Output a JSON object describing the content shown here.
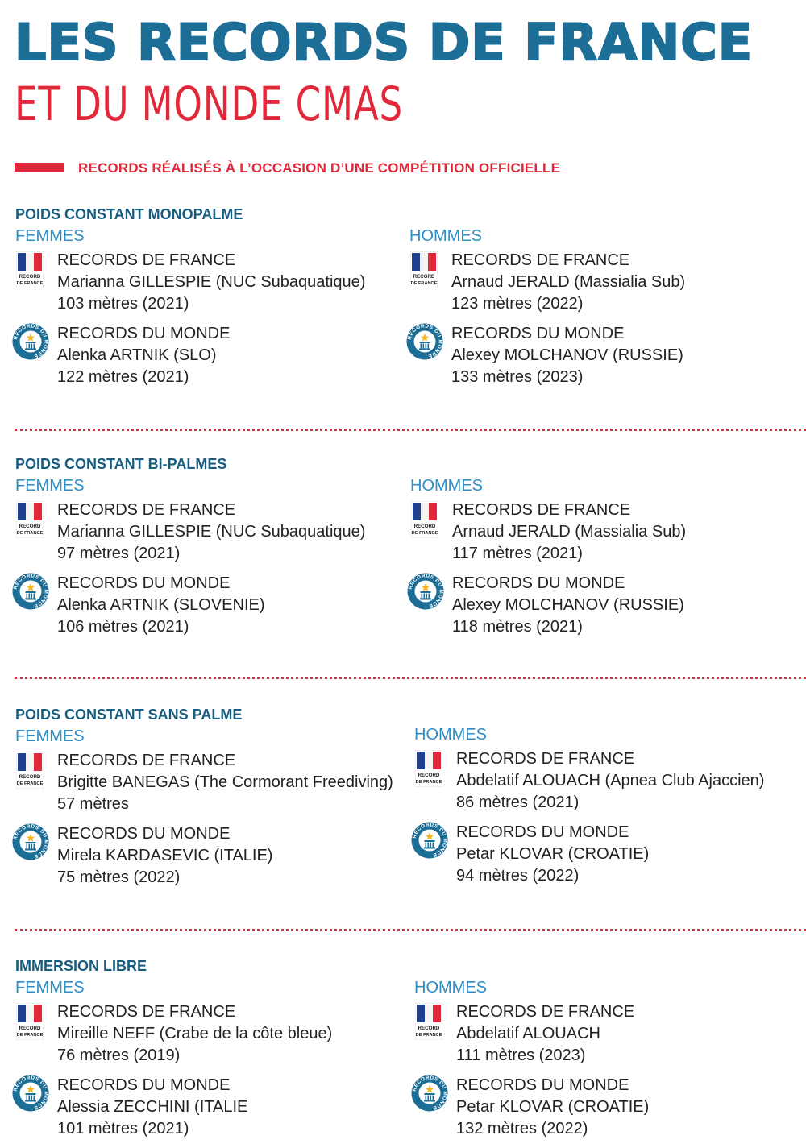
{
  "title_line1": "LES RECORDS DE FRANCE",
  "title_line2": "ET DU MONDE CMAS",
  "subtitle": "RECORDS RÉALISÉS À L’OCCASION D’UNE COMPÉTITION OFFICIELLE",
  "colors": {
    "red": "#e0283a",
    "dark_blue": "#175d80",
    "light_blue": "#2e8ec6"
  },
  "icons": {
    "france": "record-de-france-flag-icon",
    "world": "records-du-monde-badge-icon"
  },
  "badge_text": {
    "flag_line1": "RECORD",
    "flag_line2": "DE FRANCE",
    "world_ring": "RECORDS DU MONDE"
  },
  "sections": [
    {
      "title": "POIDS CONSTANT MONOPALME",
      "columns": [
        {
          "gender": "FEMMES",
          "records": [
            {
              "type": "RECORDS DE FRANCE",
              "athlete": "Marianna GILLESPIE (NUC Subaquatique)",
              "result": "103 mètres (2021)"
            },
            {
              "type": "RECORDS DU MONDE",
              "athlete": "Alenka ARTNIK (SLO)",
              "result": "122 mètres (2021)"
            }
          ]
        },
        {
          "gender": "HOMMES",
          "records": [
            {
              "type": "RECORDS DE FRANCE",
              "athlete": "Arnaud JERALD (Massialia Sub)",
              "result": "123 mètres (2022)"
            },
            {
              "type": "RECORDS DU MONDE",
              "athlete": "Alexey MOLCHANOV (RUSSIE)",
              "result": "133 mètres (2023)"
            }
          ]
        }
      ]
    },
    {
      "title": "POIDS CONSTANT BI-PALMES",
      "columns": [
        {
          "gender": "FEMMES",
          "records": [
            {
              "type": "RECORDS DE FRANCE",
              "athlete": "Marianna GILLESPIE (NUC Subaquatique)",
              "result": "97 mètres (2021)"
            },
            {
              "type": "RECORDS DU MONDE",
              "athlete": "Alenka ARTNIK (SLOVENIE)",
              "result": "106 mètres (2021)"
            }
          ]
        },
        {
          "gender": "HOMMES",
          "records": [
            {
              "type": "RECORDS DE FRANCE",
              "athlete": "Arnaud JERALD (Massialia Sub)",
              "result": "117 mètres (2021)"
            },
            {
              "type": "RECORDS DU MONDE",
              "athlete": "Alexey MOLCHANOV (RUSSIE)",
              "result": "118 mètres (2021)"
            }
          ]
        }
      ]
    },
    {
      "title": "POIDS CONSTANT SANS PALME",
      "columns": [
        {
          "gender": "FEMMES",
          "records": [
            {
              "type": "RECORDS DE FRANCE",
              "athlete": "Brigitte BANEGAS (The Cormorant Freediving)",
              "result": "57 mètres"
            },
            {
              "type": "RECORDS DU MONDE",
              "athlete": "Mirela KARDASEVIC (ITALIE)",
              "result": "75 mètres (2022)"
            }
          ]
        },
        {
          "gender": "HOMMES",
          "records": [
            {
              "type": "RECORDS DE FRANCE",
              "athlete": "Abdelatif ALOUACH (Apnea Club Ajaccien)",
              "result": "86 mètres (2021)"
            },
            {
              "type": "RECORDS DU MONDE",
              "athlete": "Petar KLOVAR (CROATIE)",
              "result": "94 mètres (2022)"
            }
          ]
        }
      ]
    },
    {
      "title": "IMMERSION LIBRE",
      "columns": [
        {
          "gender": "FEMMES",
          "records": [
            {
              "type": "RECORDS DE FRANCE",
              "athlete": "Mireille NEFF (Crabe de la côte bleue)",
              "result": "76 mètres (2019)"
            },
            {
              "type": "RECORDS DU MONDE",
              "athlete": "Alessia ZECCHINI (ITALIE",
              "result": "101 mètres (2021)"
            }
          ]
        },
        {
          "gender": "HOMMES",
          "records": [
            {
              "type": "RECORDS DE FRANCE",
              "athlete": "Abdelatif ALOUACH",
              "result": "111 mètres (2023)"
            },
            {
              "type": "RECORDS DU MONDE",
              "athlete": "Petar KLOVAR (CROATIE)",
              "result": "132 mètres (2022)"
            }
          ]
        }
      ]
    }
  ]
}
